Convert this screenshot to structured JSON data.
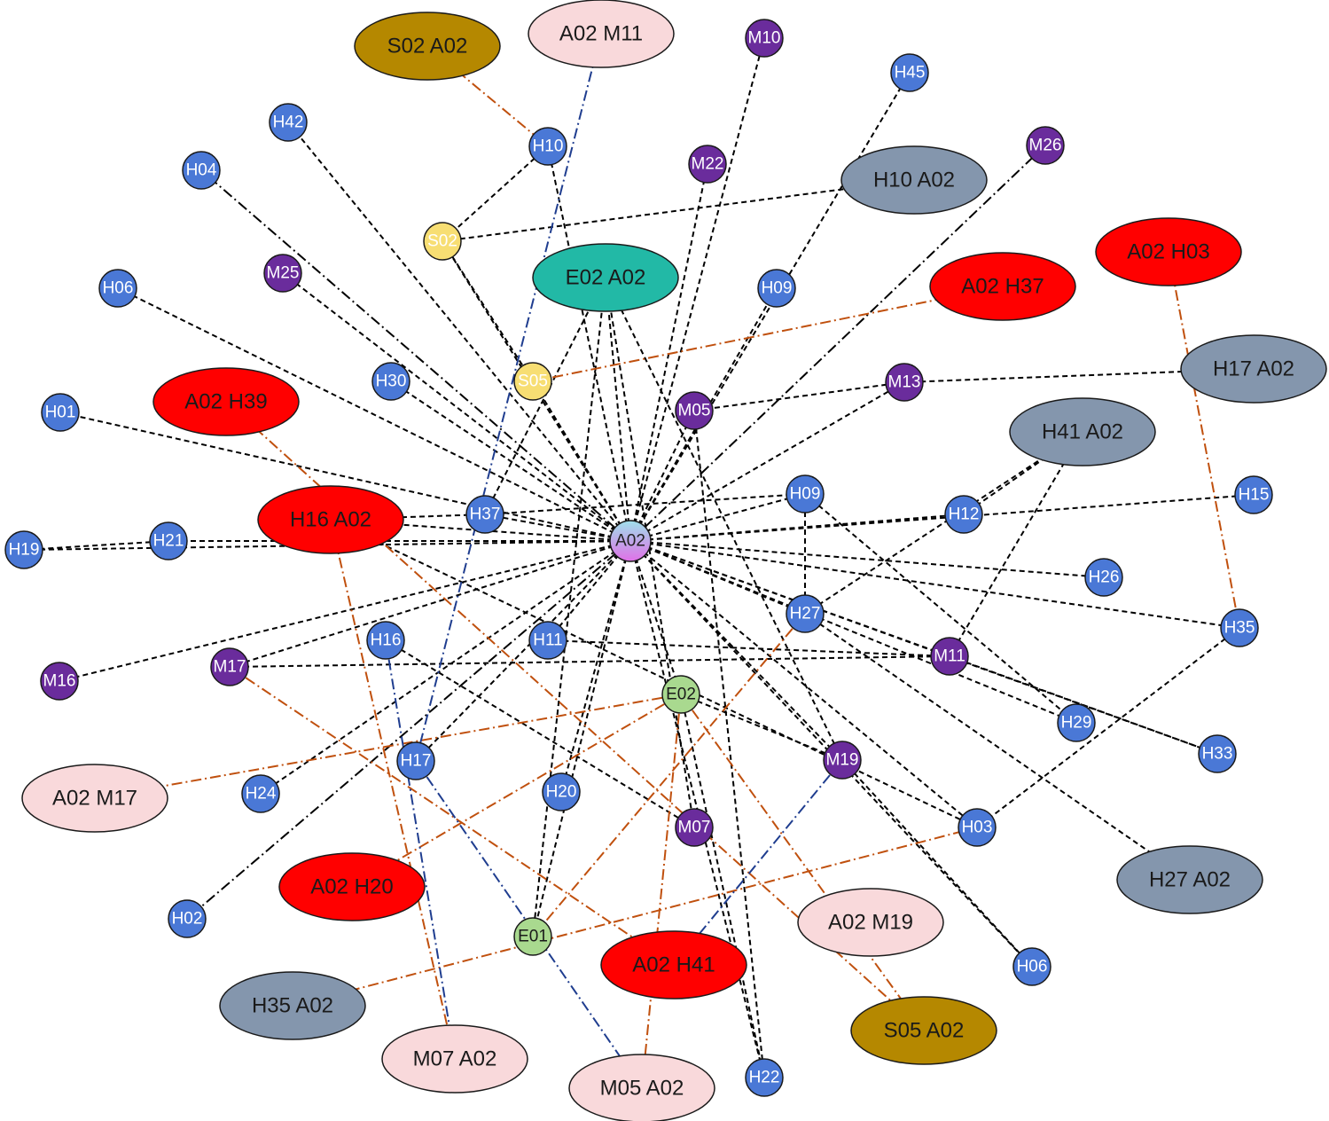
{
  "colors": {
    "hub_top": "#9fe0ea",
    "hub_bottom": "#e070e8",
    "blue": "#4a78d6",
    "purple": "#6a2c9c",
    "yellow": "#f7de73",
    "green": "#a9d98f",
    "red": "#ff0000",
    "teal": "#22b9a6",
    "pink": "#f9d9db",
    "slate": "#8496ad",
    "olive": "#b58800",
    "edge_black": "#000000",
    "edge_orange": "#c0500e",
    "edge_navy": "#1f3d8f"
  },
  "nodes": [
    {
      "id": "A02",
      "label": "A02",
      "kind": "hub"
    },
    {
      "id": "H10a",
      "label": "H10",
      "kind": "blue"
    },
    {
      "id": "H42",
      "label": "H42",
      "kind": "blue"
    },
    {
      "id": "H04",
      "label": "H04",
      "kind": "blue"
    },
    {
      "id": "H06a",
      "label": "H06",
      "kind": "blue"
    },
    {
      "id": "H01",
      "label": "H01",
      "kind": "blue"
    },
    {
      "id": "H30",
      "label": "H30",
      "kind": "blue"
    },
    {
      "id": "H09a",
      "label": "H09",
      "kind": "blue"
    },
    {
      "id": "H45",
      "label": "H45",
      "kind": "blue"
    },
    {
      "id": "H37",
      "label": "H37",
      "kind": "blue"
    },
    {
      "id": "H21",
      "label": "H21",
      "kind": "blue"
    },
    {
      "id": "H19",
      "label": "H19",
      "kind": "blue"
    },
    {
      "id": "H09b",
      "label": "H09",
      "kind": "blue"
    },
    {
      "id": "H12",
      "label": "H12",
      "kind": "blue"
    },
    {
      "id": "H15",
      "label": "H15",
      "kind": "blue"
    },
    {
      "id": "H26",
      "label": "H26",
      "kind": "blue"
    },
    {
      "id": "H27",
      "label": "H27",
      "kind": "blue"
    },
    {
      "id": "H35",
      "label": "H35",
      "kind": "blue"
    },
    {
      "id": "H16",
      "label": "H16",
      "kind": "blue"
    },
    {
      "id": "H11",
      "label": "H11",
      "kind": "blue"
    },
    {
      "id": "H29",
      "label": "H29",
      "kind": "blue"
    },
    {
      "id": "H33",
      "label": "H33",
      "kind": "blue"
    },
    {
      "id": "H17",
      "label": "H17",
      "kind": "blue"
    },
    {
      "id": "H24",
      "label": "H24",
      "kind": "blue"
    },
    {
      "id": "H20",
      "label": "H20",
      "kind": "blue"
    },
    {
      "id": "H03",
      "label": "H03",
      "kind": "blue"
    },
    {
      "id": "H02",
      "label": "H02",
      "kind": "blue"
    },
    {
      "id": "H06b",
      "label": "H06",
      "kind": "blue"
    },
    {
      "id": "H22",
      "label": "H22",
      "kind": "blue"
    },
    {
      "id": "M10",
      "label": "M10",
      "kind": "purple"
    },
    {
      "id": "M22",
      "label": "M22",
      "kind": "purple"
    },
    {
      "id": "M26",
      "label": "M26",
      "kind": "purple"
    },
    {
      "id": "M25",
      "label": "M25",
      "kind": "purple"
    },
    {
      "id": "M05",
      "label": "M05",
      "kind": "purple"
    },
    {
      "id": "M13",
      "label": "M13",
      "kind": "purple"
    },
    {
      "id": "M11",
      "label": "M11",
      "kind": "purple"
    },
    {
      "id": "M17",
      "label": "M17",
      "kind": "purple"
    },
    {
      "id": "M16",
      "label": "M16",
      "kind": "purple"
    },
    {
      "id": "M19",
      "label": "M19",
      "kind": "purple"
    },
    {
      "id": "M07",
      "label": "M07",
      "kind": "purple"
    },
    {
      "id": "S02",
      "label": "S02",
      "kind": "yellow"
    },
    {
      "id": "S05",
      "label": "S05",
      "kind": "yellow"
    },
    {
      "id": "E02",
      "label": "E02",
      "kind": "green"
    },
    {
      "id": "E01",
      "label": "E01",
      "kind": "green"
    },
    {
      "id": "S02A02",
      "label": "S02  A02",
      "kind": "olive"
    },
    {
      "id": "A02M11",
      "label": "A02  M11",
      "kind": "pink"
    },
    {
      "id": "H10A02",
      "label": "H10  A02",
      "kind": "slate"
    },
    {
      "id": "E02A02",
      "label": "E02  A02",
      "kind": "teal"
    },
    {
      "id": "A02H03",
      "label": "A02  H03",
      "kind": "red"
    },
    {
      "id": "A02H37",
      "label": "A02  H37",
      "kind": "red"
    },
    {
      "id": "H17A02",
      "label": "H17  A02",
      "kind": "slate"
    },
    {
      "id": "A02H39",
      "label": "A02  H39",
      "kind": "red"
    },
    {
      "id": "H41A02",
      "label": "H41 A02",
      "kind": "slate"
    },
    {
      "id": "H16A02",
      "label": "H16  A02",
      "kind": "red"
    },
    {
      "id": "A02M17",
      "label": "A02  M17",
      "kind": "pink"
    },
    {
      "id": "A02H20",
      "label": "A02  H20",
      "kind": "red"
    },
    {
      "id": "H27A02",
      "label": "H27  A02",
      "kind": "slate"
    },
    {
      "id": "A02M19",
      "label": "A02  M19",
      "kind": "pink"
    },
    {
      "id": "A02H41",
      "label": "A02  H41",
      "kind": "red"
    },
    {
      "id": "H35A02",
      "label": "H35  A02",
      "kind": "slate"
    },
    {
      "id": "S05A02",
      "label": "S05  A02",
      "kind": "olive"
    },
    {
      "id": "M07A02",
      "label": "M07  A02",
      "kind": "pink"
    },
    {
      "id": "M05A02",
      "label": "M05  A02",
      "kind": "pink"
    }
  ],
  "edges": [
    {
      "from": "A02",
      "to": "H10a",
      "style": "dash"
    },
    {
      "from": "A02",
      "to": "H42",
      "style": "dash"
    },
    {
      "from": "A02",
      "to": "H04",
      "style": "dashdot"
    },
    {
      "from": "A02",
      "to": "H06a",
      "style": "dash"
    },
    {
      "from": "A02",
      "to": "H01",
      "style": "dash"
    },
    {
      "from": "A02",
      "to": "M25",
      "style": "dash"
    },
    {
      "from": "A02",
      "to": "S02",
      "style": "dash"
    },
    {
      "from": "A02",
      "to": "S05",
      "style": "dash"
    },
    {
      "from": "A02",
      "to": "M22",
      "style": "dash"
    },
    {
      "from": "A02",
      "to": "M10",
      "style": "dash"
    },
    {
      "from": "A02",
      "to": "H45",
      "style": "dash"
    },
    {
      "from": "A02",
      "to": "M26",
      "style": "dashdot"
    },
    {
      "from": "A02",
      "to": "H09a",
      "style": "dash"
    },
    {
      "from": "A02",
      "to": "M13",
      "style": "dash"
    },
    {
      "from": "A02",
      "to": "H09b",
      "style": "dash"
    },
    {
      "from": "A02",
      "to": "H12",
      "style": "dash"
    },
    {
      "from": "A02",
      "to": "H15",
      "style": "dash"
    },
    {
      "from": "A02",
      "to": "H26",
      "style": "dash"
    },
    {
      "from": "A02",
      "to": "H35",
      "style": "dash"
    },
    {
      "from": "A02",
      "to": "M11",
      "style": "dash"
    },
    {
      "from": "A02",
      "to": "H27",
      "style": "dash"
    },
    {
      "from": "A02",
      "to": "H33",
      "style": "dash"
    },
    {
      "from": "A02",
      "to": "H03",
      "style": "dash"
    },
    {
      "from": "A02",
      "to": "M19",
      "style": "dash"
    },
    {
      "from": "A02",
      "to": "E02",
      "style": "dash"
    },
    {
      "from": "A02",
      "to": "H22",
      "style": "dash"
    },
    {
      "from": "A02",
      "to": "H20",
      "style": "dash"
    },
    {
      "from": "A02",
      "to": "E01",
      "style": "dash"
    },
    {
      "from": "A02",
      "to": "H11",
      "style": "dash"
    },
    {
      "from": "A02",
      "to": "H17",
      "style": "dash"
    },
    {
      "from": "A02",
      "to": "H24",
      "style": "dash"
    },
    {
      "from": "A02",
      "to": "H02",
      "style": "dashdot"
    },
    {
      "from": "A02",
      "to": "M16",
      "style": "dash"
    },
    {
      "from": "A02",
      "to": "M17",
      "style": "dash"
    },
    {
      "from": "A02",
      "to": "H19",
      "style": "dash"
    },
    {
      "from": "A02",
      "to": "H21",
      "style": "dash"
    },
    {
      "from": "A02",
      "to": "H16A02",
      "style": "dash"
    },
    {
      "from": "A02",
      "to": "H37",
      "style": "dash"
    },
    {
      "from": "A02",
      "to": "H30",
      "style": "dash"
    },
    {
      "from": "A02",
      "to": "M05",
      "style": "dash"
    },
    {
      "from": "A02",
      "to": "E02A02",
      "style": "dash"
    },
    {
      "from": "A02",
      "to": "H06b",
      "style": "dash"
    },
    {
      "from": "A02",
      "to": "H29",
      "style": "dash"
    },
    {
      "from": "H10a",
      "to": "S02",
      "style": "dash"
    },
    {
      "from": "S02",
      "to": "H10A02",
      "style": "dash"
    },
    {
      "from": "S02",
      "to": "S05",
      "style": "dash"
    },
    {
      "from": "H37",
      "to": "E02A02",
      "style": "dash"
    },
    {
      "from": "H37",
      "to": "H09b",
      "style": "dash"
    },
    {
      "from": "H16A02",
      "to": "H37",
      "style": "dash"
    },
    {
      "from": "H21",
      "to": "H19",
      "style": "dash"
    },
    {
      "from": "H09b",
      "to": "H27",
      "style": "dash"
    },
    {
      "from": "H09b",
      "to": "H29",
      "style": "dash"
    },
    {
      "from": "H41A02",
      "to": "H27",
      "style": "dash"
    },
    {
      "from": "H41A02",
      "to": "M11",
      "style": "dash"
    },
    {
      "from": "H41A02",
      "to": "H12",
      "style": "dash"
    },
    {
      "from": "H17A02",
      "to": "M13",
      "style": "dash"
    },
    {
      "from": "M13",
      "to": "M05",
      "style": "dash"
    },
    {
      "from": "M11",
      "to": "M17",
      "style": "dash"
    },
    {
      "from": "M11",
      "to": "H11",
      "style": "dash"
    },
    {
      "from": "M11",
      "to": "H33",
      "style": "dash"
    },
    {
      "from": "H27",
      "to": "H27A02",
      "style": "dash"
    },
    {
      "from": "H35",
      "to": "H03",
      "style": "dash"
    },
    {
      "from": "E02",
      "to": "M19",
      "style": "dash"
    },
    {
      "from": "E02",
      "to": "H22",
      "style": "dash"
    },
    {
      "from": "M19",
      "to": "H06b",
      "style": "dash"
    },
    {
      "from": "H16",
      "to": "M07",
      "style": "dash"
    },
    {
      "from": "H16A02",
      "to": "H03",
      "style": "dash"
    },
    {
      "from": "E02A02",
      "to": "E01",
      "style": "dash"
    },
    {
      "from": "E02A02",
      "to": "M19",
      "style": "dash"
    },
    {
      "from": "E02A02",
      "to": "M07",
      "style": "dash"
    },
    {
      "from": "M05",
      "to": "H22",
      "style": "dash"
    },
    {
      "from": "S02A02",
      "to": "H10a",
      "style": "orange"
    },
    {
      "from": "A02H37",
      "to": "S05",
      "style": "orange"
    },
    {
      "from": "A02H03",
      "to": "H35",
      "style": "orange"
    },
    {
      "from": "A02H39",
      "to": "S05A02",
      "style": "orange"
    },
    {
      "from": "H16A02",
      "to": "M07A02",
      "style": "orange"
    },
    {
      "from": "M17",
      "to": "A02H41",
      "style": "orange"
    },
    {
      "from": "A02M17",
      "to": "E02",
      "style": "orange"
    },
    {
      "from": "A02H20",
      "to": "E02",
      "style": "orange"
    },
    {
      "from": "H35A02",
      "to": "H03",
      "style": "orange"
    },
    {
      "from": "H27",
      "to": "E01",
      "style": "orange"
    },
    {
      "from": "E02",
      "to": "M05A02",
      "style": "orange"
    },
    {
      "from": "E02",
      "to": "S05A02",
      "style": "orange"
    },
    {
      "from": "A02M11",
      "to": "H17",
      "style": "navy"
    },
    {
      "from": "H16",
      "to": "M07A02",
      "style": "navy"
    },
    {
      "from": "H17",
      "to": "M05A02",
      "style": "navy"
    },
    {
      "from": "M19",
      "to": "A02H41",
      "style": "navy"
    }
  ]
}
